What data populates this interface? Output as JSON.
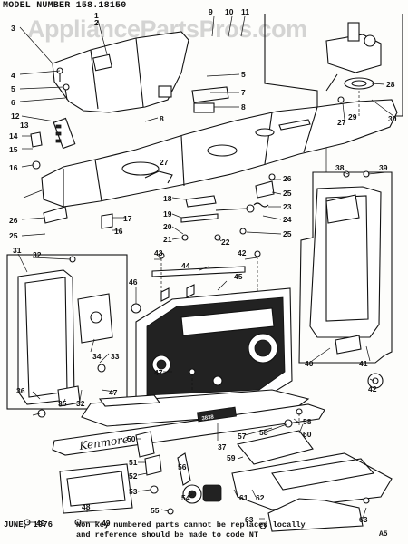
{
  "header": {
    "model_number": "MODEL NUMBER 158.18150",
    "watermark": "AppliancePartsPros.com"
  },
  "footer": {
    "date": "JUNE, 1976",
    "note_line_1": "Non key numbered parts cannot be replaced locally",
    "note_line_2": "and reference should be made to code NT",
    "page_ref": "A5"
  },
  "diagram": {
    "brand_label": "Kenmore",
    "dial_label": "3838",
    "callouts": [
      "1",
      "2",
      "3",
      "4",
      "5",
      "6",
      "7",
      "8",
      "9",
      "10",
      "11",
      "12",
      "13",
      "14",
      "15",
      "16",
      "17",
      "18",
      "19",
      "20",
      "21",
      "22",
      "23",
      "24",
      "25",
      "26",
      "27",
      "28",
      "29",
      "30",
      "31",
      "32",
      "33",
      "34",
      "35",
      "36",
      "37",
      "38",
      "39",
      "40",
      "41",
      "42",
      "43",
      "44",
      "45",
      "46",
      "47",
      "48",
      "49",
      "50",
      "51",
      "52",
      "53",
      "54",
      "55",
      "56",
      "57",
      "58",
      "59",
      "60",
      "61",
      "62",
      "63"
    ]
  }
}
